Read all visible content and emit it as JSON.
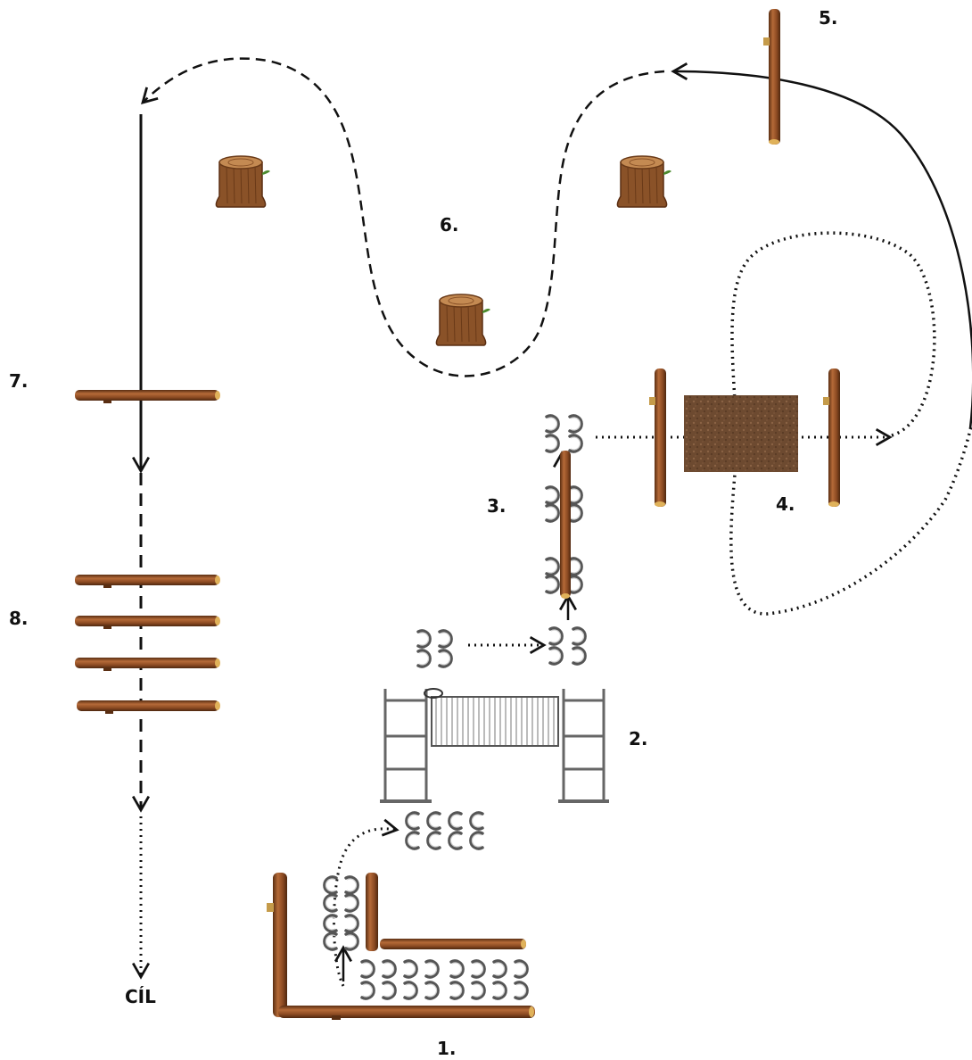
{
  "stations": {
    "s1": "1.",
    "s2": "2.",
    "s3": "3.",
    "s4": "4.",
    "s5": "5.",
    "s6": "6.",
    "s7": "7.",
    "s8": "8."
  },
  "finish_label": "CÍL",
  "colors": {
    "log": "#8b4a22",
    "log_highlight": "#b56a38",
    "log_shadow": "#5a2e12",
    "log_end": "#e0b25a",
    "stump": "#8a5228",
    "stump_top": "#b57a45",
    "mat": "#6d4a30",
    "path": "#111111",
    "hoof": "#555555"
  }
}
